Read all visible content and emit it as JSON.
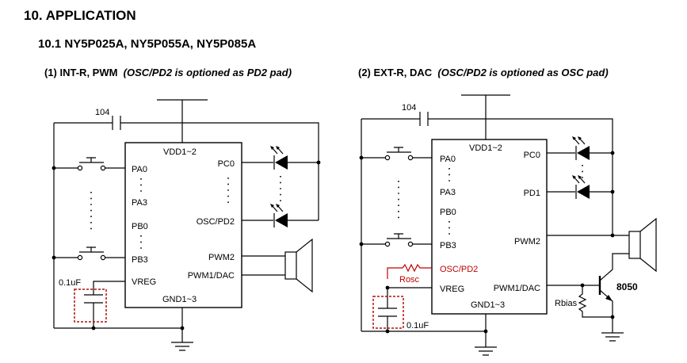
{
  "section_title": "10. APPLICATION",
  "subsection_title": "10.1 NY5P025A, NY5P055A, NY5P085A",
  "circuit1": {
    "caption_main": "(1)  INT-R, PWM",
    "caption_note": "(OSC/PD2 is optioned as PD2 pad)",
    "capacitor_label": "104",
    "pins_left": [
      "PA0",
      "PA3",
      "PB0",
      "PB3"
    ],
    "vreg_label": "VREG",
    "vdd_label": "VDD1~2",
    "gnd_label": "GND1~3",
    "pins_right": [
      "PC0",
      "OSC/PD2",
      "PWM2",
      "PWM1/DAC"
    ],
    "vreg_cap_label": "0.1uF"
  },
  "circuit2": {
    "caption_main": "(2)  EXT-R, DAC",
    "caption_note": "(OSC/PD2 is optioned as OSC pad)",
    "capacitor_label": "104",
    "pins_left": [
      "PA0",
      "PA3",
      "PB0",
      "PB3"
    ],
    "osc_label": "OSC/PD2",
    "vreg_label": "VREG",
    "vdd_label": "VDD1~2",
    "gnd_label": "GND1~3",
    "pins_right": [
      "PC0",
      "PD1",
      "PWM2",
      "PWM1/DAC"
    ],
    "rosc_label": "Rosc",
    "vreg_cap_label": "0.1uF",
    "rbias_label": "Rbias",
    "transistor_label": "8050"
  },
  "colors": {
    "accent_red": "#c00000",
    "line": "#000000"
  }
}
